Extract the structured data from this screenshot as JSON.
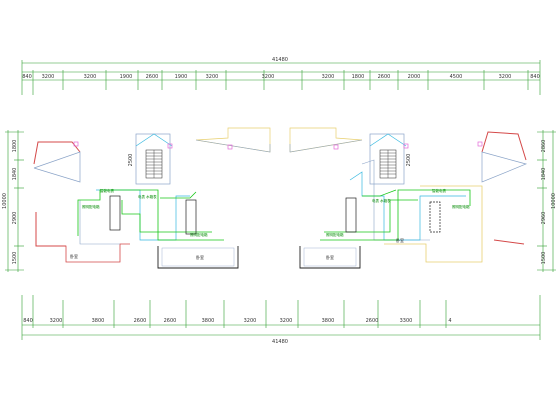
{
  "drawing": {
    "top_dimensions": {
      "total": "41480",
      "segments": [
        "840",
        "3200",
        "3200",
        "1900",
        "2600",
        "1900",
        "3200",
        "3200",
        "3200",
        "1800",
        "2600",
        "2000",
        "4500",
        "3200",
        "840"
      ]
    },
    "bottom_dimensions": {
      "total": "41480",
      "segments": [
        "840",
        "3200",
        "3800",
        "2600",
        "2600",
        "3800",
        "3200",
        "3200",
        "3800",
        "2600",
        "3300",
        "4"
      ]
    },
    "left_dimensions": {
      "total": "10000",
      "segments": [
        "1800",
        "1840",
        "2900",
        "1500"
      ]
    },
    "right_dimensions": {
      "total": "10000",
      "segments": [
        "2860",
        "1840",
        "2960",
        "1500"
      ]
    },
    "misc_dimensions": {
      "stair_left": "2500",
      "stair_right": "2500"
    },
    "room_labels": {
      "left_bed": "卧室",
      "left_balcony": "卧室",
      "right_balcony": "卧室",
      "right_bed": "卧室"
    },
    "equipment_labels": {
      "left_meter": "智能电表",
      "left_panel": "电表 水箱表",
      "left_box1": "照明配电箱",
      "left_box2": "照明配电箱",
      "right_meter": "智能电表",
      "right_panel": "电表 水箱表",
      "right_box1": "照明配电箱",
      "right_box2": "照明配电箱"
    },
    "colors": {
      "dimension": "#2f9e2f",
      "wall": "#8ba4c8",
      "red_wall": "#d44848",
      "pink": "#e36ad8",
      "cyan": "#36b8e0",
      "green": "#18c818",
      "yellow": "#e8d070",
      "dark": "#222222"
    }
  }
}
